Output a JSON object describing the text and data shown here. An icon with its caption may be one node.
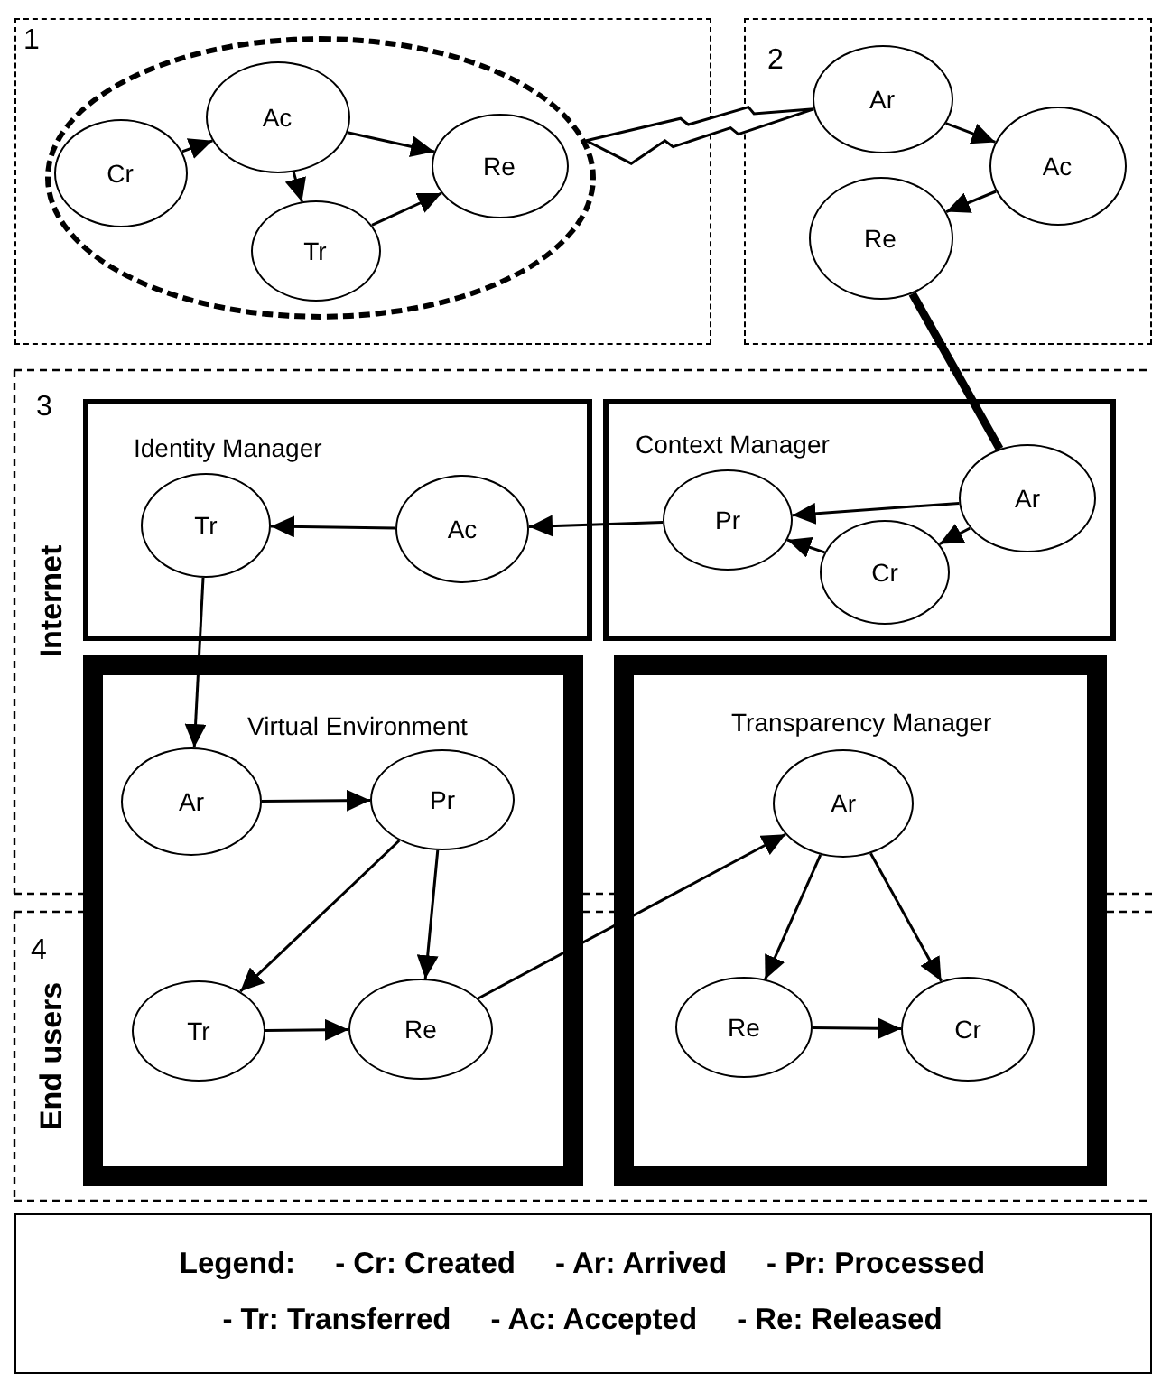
{
  "diagram": {
    "nodes": [
      {
        "text": [
          "1"
        ]
      },
      {
        "text": [],
        "shape": "ellipse",
        "in": 0
      },
      {
        "text": [
          "Cr"
        ],
        "in": 1
      },
      {
        "text": [
          "Ac"
        ],
        "in": 1
      },
      {
        "text": [
          "Re"
        ],
        "in": 1
      },
      {
        "text": [
          "Tr"
        ],
        "in": 1
      },
      {
        "text": [
          "2"
        ]
      },
      {
        "text": [
          "Ar"
        ],
        "in": 6
      },
      {
        "text": [
          "Ac"
        ],
        "in": 6
      },
      {
        "text": [
          "Re"
        ],
        "in": 6
      },
      {
        "text": [
          "Identity Manager"
        ]
      },
      {
        "text": [
          "Tr"
        ],
        "in": 10
      },
      {
        "text": [
          "Ac"
        ],
        "in": 10
      },
      {
        "text": [
          "Context Manager"
        ]
      },
      {
        "text": [
          "Pr"
        ],
        "in": 13
      },
      {
        "text": [
          "Ar"
        ],
        "in": 13
      },
      {
        "text": [
          "Cr"
        ],
        "in": 13
      },
      {
        "text": [
          "Virtual Environment"
        ]
      },
      {
        "text": [
          "Ar"
        ],
        "in": 17
      },
      {
        "text": [
          "Pr"
        ],
        "in": 17
      },
      {
        "text": [
          "Transparency Manager"
        ]
      },
      {
        "text": [
          "Ar"
        ],
        "in": 20
      },
      {
        "text": [
          "Tr"
        ],
        "in": 17
      },
      {
        "text": [
          "Re"
        ],
        "in": 17
      },
      {
        "text": [
          "Re"
        ],
        "in": 20
      },
      {
        "text": [
          "Cr"
        ],
        "in": 20
      },
      {
        "text": [
          "Legend:",
          "- Cr: Created",
          "- Ar: Arrived",
          "- Pr: Processed",
          "- Tr: Transferred",
          "- Ac: Accepted",
          "- Re: Released"
        ]
      }
    ],
    "edges": [
      {
        "from": 2,
        "to": 3,
        "arrow": "to"
      },
      {
        "from": 3,
        "to": 4,
        "arrow": "to"
      },
      {
        "from": 3,
        "to": 5,
        "arrow": "to"
      },
      {
        "from": 5,
        "to": 4,
        "arrow": "to"
      },
      {
        "from": 1,
        "to": 7,
        "arrow": "none"
      },
      {
        "from": 7,
        "to": 8,
        "arrow": "to"
      },
      {
        "from": 8,
        "to": 9,
        "arrow": "to"
      },
      {
        "from": 9,
        "to": 15,
        "arrow": "none",
        "style": "thick"
      },
      {
        "from": 15,
        "to": 14,
        "arrow": "to"
      },
      {
        "from": 15,
        "to": 16,
        "arrow": "to"
      },
      {
        "from": 16,
        "to": 14,
        "arrow": "to"
      },
      {
        "from": 14,
        "to": 12,
        "arrow": "to"
      },
      {
        "from": 12,
        "to": 11,
        "arrow": "to"
      },
      {
        "from": 11,
        "to": 18,
        "arrow": "to"
      },
      {
        "from": 18,
        "to": 19,
        "arrow": "to"
      },
      {
        "from": 19,
        "to": 22,
        "arrow": "to"
      },
      {
        "from": 19,
        "to": 23,
        "arrow": "to"
      },
      {
        "from": 22,
        "to": 23,
        "arrow": "to"
      },
      {
        "from": 23,
        "to": 21,
        "arrow": "to"
      },
      {
        "from": 21,
        "to": 24,
        "arrow": "to"
      },
      {
        "from": 21,
        "to": 25,
        "arrow": "to"
      },
      {
        "from": 24,
        "to": 25,
        "arrow": "to"
      }
    ],
    "labels": [
      "3",
      "Internet",
      "4",
      "End users"
    ]
  }
}
